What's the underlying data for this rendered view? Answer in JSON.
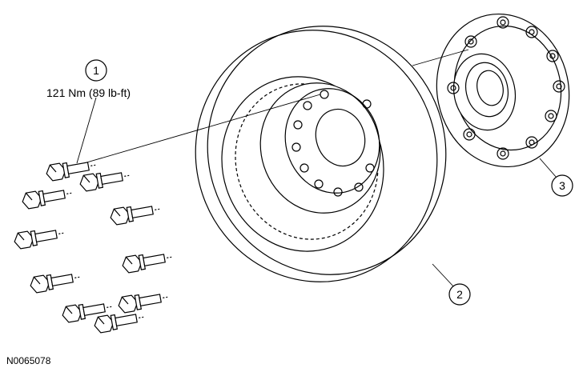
{
  "callouts": [
    {
      "number": "1"
    },
    {
      "number": "2"
    },
    {
      "number": "3"
    }
  ],
  "torque_spec": "121 Nm (89 lb-ft)",
  "figure_id": "N0065078",
  "bolt_count": 10,
  "colors": {
    "line": "#000000",
    "background": "#ffffff"
  }
}
